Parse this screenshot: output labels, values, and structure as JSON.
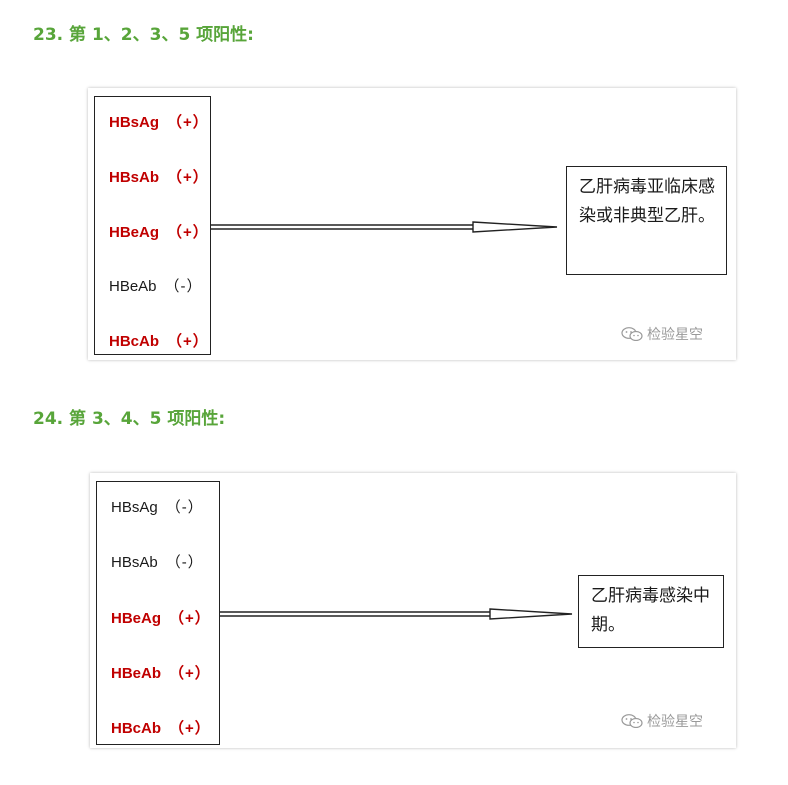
{
  "accent_color": "#58a53a",
  "positive_color": "#c00000",
  "sections": [
    {
      "heading": "23. 第 1、2、3、5 项阳性:",
      "markers": [
        {
          "name": "HBsAg",
          "result": "（+）",
          "positive": true
        },
        {
          "name": "HBsAb",
          "result": "（+）",
          "positive": true
        },
        {
          "name": "HBeAg",
          "result": "（+）",
          "positive": true
        },
        {
          "name": "HBeAb",
          "result": "（-）",
          "positive": false
        },
        {
          "name": "HBcAb",
          "result": "（+）",
          "positive": true
        }
      ],
      "conclusion": "乙肝病毒亚临床感染或非典型乙肝。",
      "watermark": "检验星空",
      "watermark_icon": "wechat-icon"
    },
    {
      "heading": "24. 第 3、4、5 项阳性:",
      "markers": [
        {
          "name": "HBsAg",
          "result": "（-）",
          "positive": false
        },
        {
          "name": "HBsAb",
          "result": "（-）",
          "positive": false
        },
        {
          "name": "HBeAg",
          "result": "（+）",
          "positive": true
        },
        {
          "name": "HBeAb",
          "result": "（+）",
          "positive": true
        },
        {
          "name": "HBcAb",
          "result": "（+）",
          "positive": true
        }
      ],
      "conclusion": "乙肝病毒感染中期。",
      "watermark": "检验星空",
      "watermark_icon": "wechat-icon"
    }
  ]
}
